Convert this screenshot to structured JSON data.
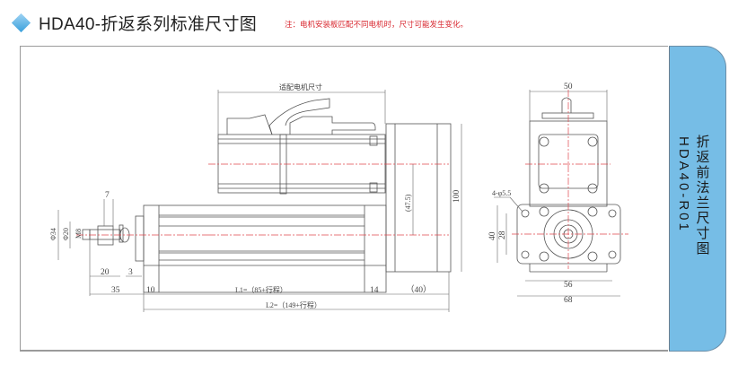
{
  "header": {
    "title": "HDA40-折返系列标准尺寸图",
    "bullet_icon": "diamond-bullet-icon",
    "accent_color": "#3aa0dc"
  },
  "note": "注：电机安装板匹配不同电机时，尺寸可能发生变化。",
  "note_color": "#d8262e",
  "side_tab": {
    "label_cn": "折返前法兰尺寸图",
    "label_code": "HDA40-R01",
    "color": "#76bde6"
  },
  "drawing": {
    "motor_label": "适配电机尺寸",
    "side_view_dims": {
      "d7": "7",
      "phi34": "Φ34",
      "phi20": "Φ20",
      "m8": "M8",
      "d20": "20",
      "d3": "3",
      "d35": "35",
      "d10": "10",
      "L1": "L1=（85+行程）",
      "d14": "14",
      "d40": "（40）",
      "L2": "L2=（149+行程）",
      "d47_5": "(47.5)",
      "d100": "100"
    },
    "front_view_dims": {
      "d50": "50",
      "holes": "4-φ5.5",
      "d40": "40",
      "d28": "28",
      "d56": "56",
      "d68": "68"
    }
  }
}
